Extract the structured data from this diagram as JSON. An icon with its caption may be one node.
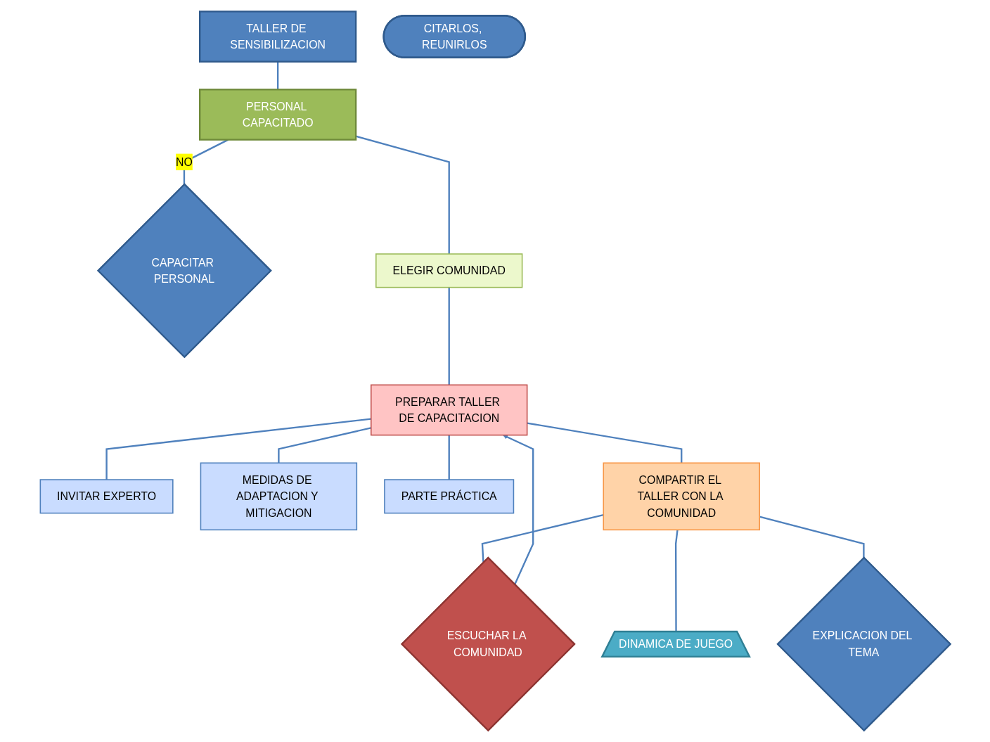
{
  "diagram": {
    "nodes": [
      {
        "text": [
          "TALLER DE SENSIBILIZACION"
        ]
      },
      {
        "text": [
          "PERSONAL CAPACITADO"
        ]
      },
      {
        "text": [
          "CAPACITAR PERSONAL"
        ]
      },
      {
        "text": [
          "CITARLOS, REUNIRLOS"
        ]
      },
      {
        "text": [
          "ELEGIR COMUNIDAD"
        ]
      },
      {
        "text": [
          "PREPARAR TALLER DE CAPACITACION"
        ]
      },
      {
        "text": [
          "INVITAR EXPERTO"
        ]
      },
      {
        "text": [
          "MEDIDAS DE ADAPTACION Y MITIGACION"
        ]
      },
      {
        "text": [
          "PARTE PRÁCTICA"
        ]
      },
      {
        "text": [
          "ESCUCHAR LA COMUNIDAD"
        ]
      },
      {
        "text": [
          "COMPARTIR EL TALLER CON LA COMUNIDAD"
        ]
      },
      {
        "text": [
          "DINAMICA DE JUEGO"
        ]
      },
      {
        "text": [
          "EXPLICACION DEL TEMA"
        ]
      }
    ],
    "edges": [
      {
        "from": 0,
        "to": 1,
        "arrow": "none"
      },
      {
        "from": 1,
        "to": 2,
        "arrow": "none",
        "label": "NO"
      },
      {
        "from": 1,
        "to": 4,
        "arrow": "none"
      },
      {
        "from": 4,
        "to": 5,
        "arrow": "none"
      },
      {
        "from": 5,
        "to": 6,
        "arrow": "none"
      },
      {
        "from": 5,
        "to": 7,
        "arrow": "none"
      },
      {
        "from": 5,
        "to": 8,
        "arrow": "none"
      },
      {
        "from": 5,
        "to": 10,
        "arrow": "none"
      },
      {
        "from": 9,
        "to": 5,
        "arrow": "to"
      },
      {
        "from": 10,
        "to": 9,
        "arrow": "none"
      },
      {
        "from": 10,
        "to": 11,
        "arrow": "none"
      },
      {
        "from": 10,
        "to": 12,
        "arrow": "none"
      }
    ]
  }
}
